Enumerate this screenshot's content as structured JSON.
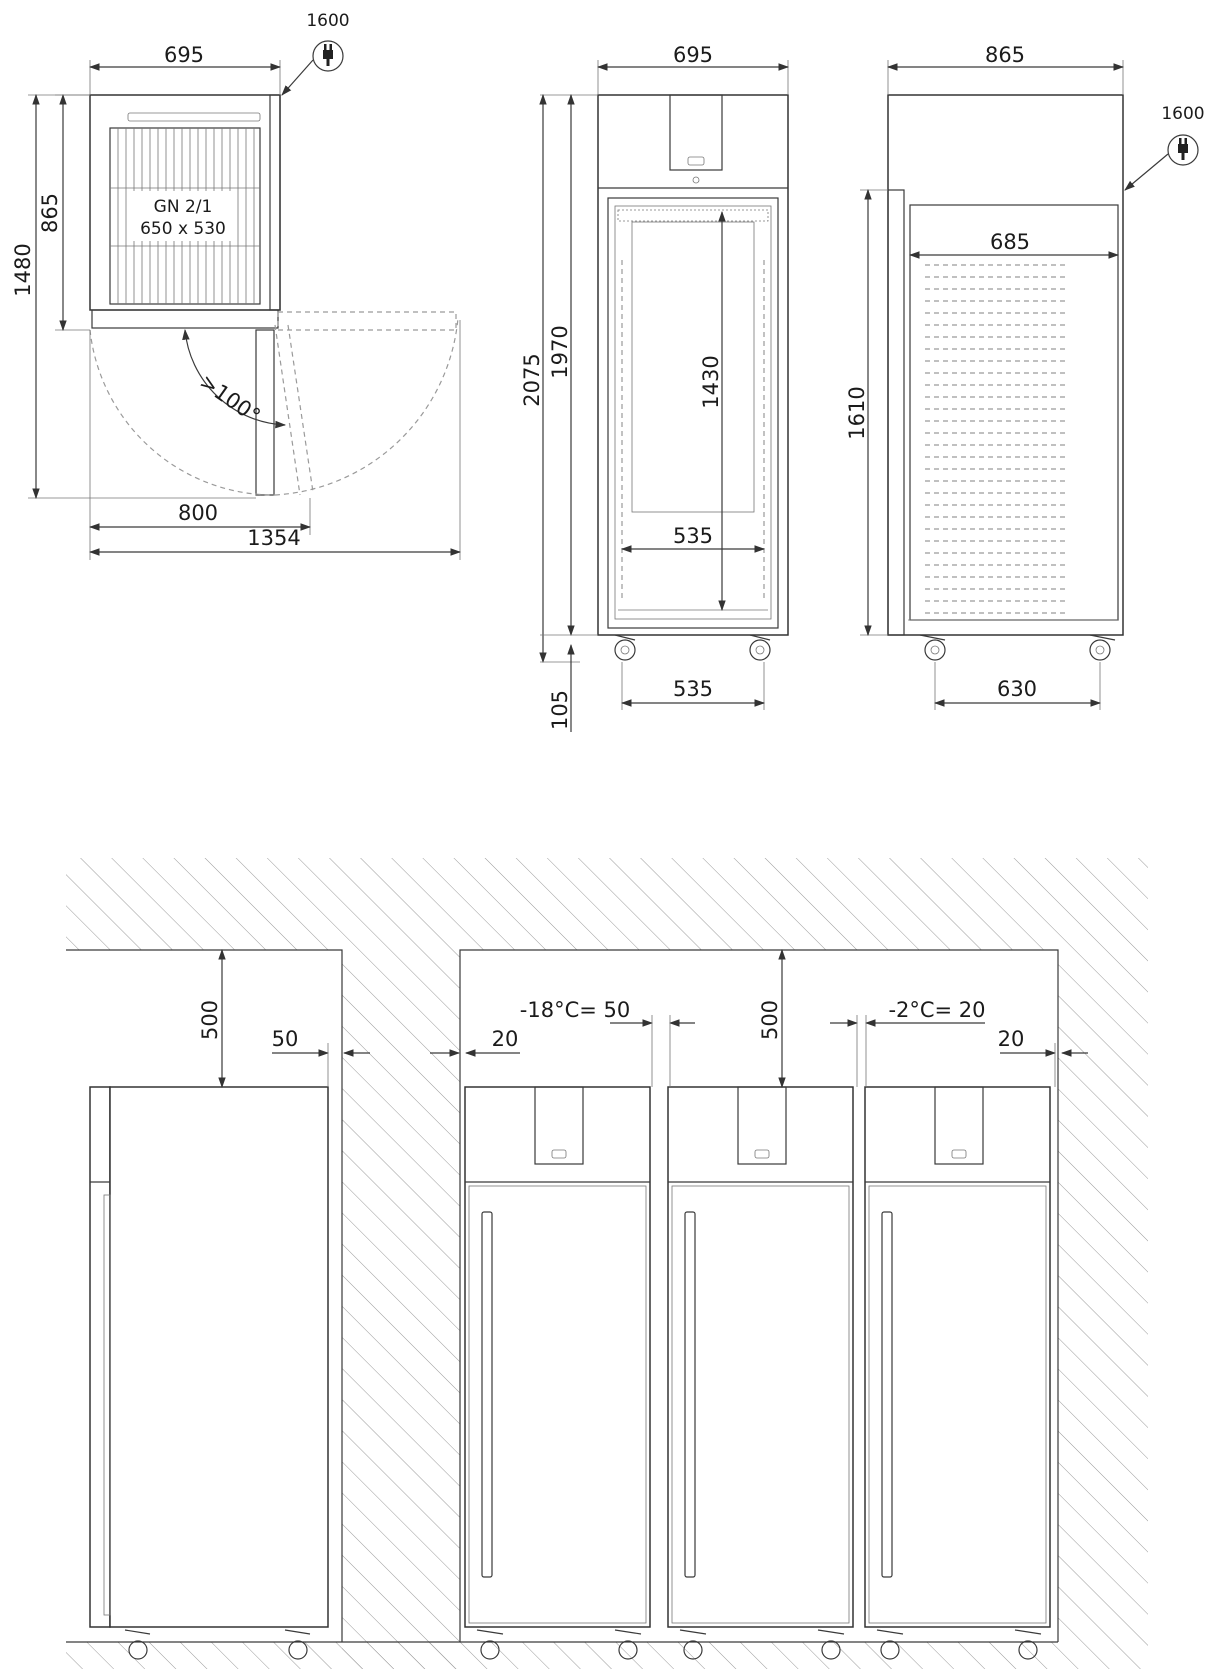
{
  "top_view": {
    "width": "695",
    "depth": "865",
    "open_depth": "1480",
    "power": "1600",
    "gn_label": "GN 2/1",
    "gn_size": "650 x 530",
    "door_angle": ">100°",
    "door_width": "800",
    "total_width": "1354"
  },
  "front_view": {
    "width": "695",
    "total_height": "2075",
    "cabinet_height": "1970",
    "inner_height": "1430",
    "inner_width": "535",
    "castor_spacing": "535",
    "leg_height": "105"
  },
  "side_view": {
    "depth": "865",
    "power": "1600",
    "inner_depth": "685",
    "door_height": "1610",
    "castor_spacing": "630"
  },
  "installation": {
    "top_clearance_left": "500",
    "side_clearance_left": "50",
    "side_clearance_wall": "20",
    "gap_freezer": "-18°C= 50",
    "top_clearance_right": "500",
    "gap_fridge": "-2°C= 20",
    "side_clearance_right": "20"
  }
}
